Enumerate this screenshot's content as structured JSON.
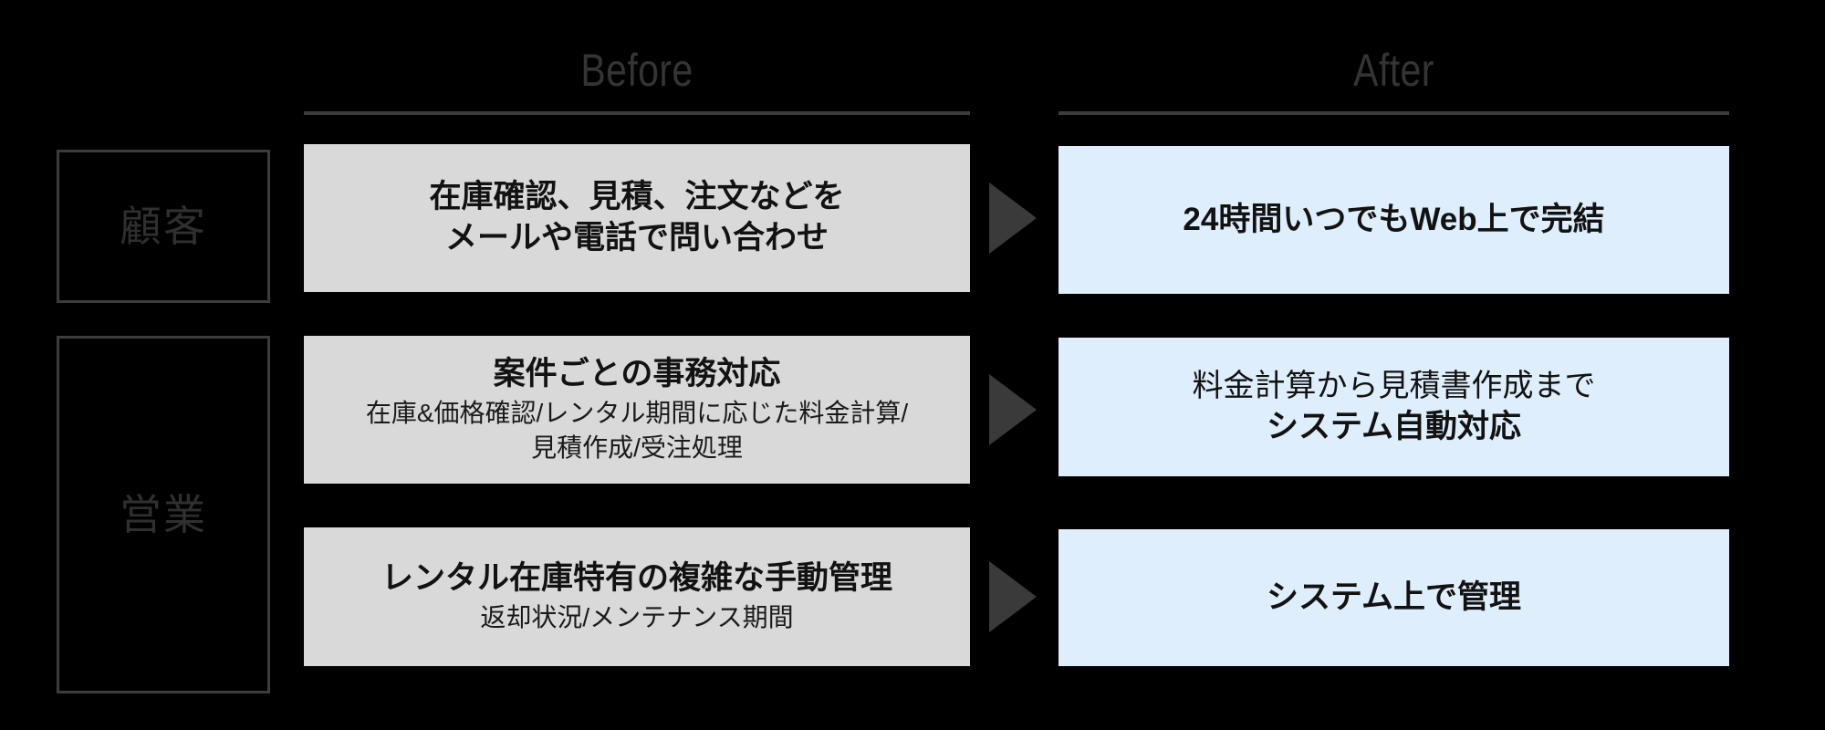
{
  "columns": {
    "before_label": "Before",
    "after_label": "After"
  },
  "roles": [
    {
      "label": "顧客"
    },
    {
      "label": "営業"
    }
  ],
  "arrow_icon": "right-triangle-arrow",
  "colors": {
    "background": "#000000",
    "before_card_bg": "#d9d9d9",
    "after_card_bg": "#dfeefc",
    "header_text": "#343434",
    "rule": "#3c3c3c",
    "role_border": "#3c3c3c",
    "arrow": "#3a3a3a",
    "body_text": "#121212"
  },
  "rows": [
    {
      "role": "顧客",
      "before": {
        "title_line1": "在庫確認、見積、注文などを",
        "title_line2": "メールや電話で問い合わせ",
        "subtitle_line1": "",
        "subtitle_line2": ""
      },
      "after": {
        "lead": "",
        "title": "24時間いつでもWeb上で完結"
      }
    },
    {
      "role": "営業",
      "before": {
        "title_line1": "案件ごとの事務対応",
        "title_line2": "",
        "subtitle_line1": "在庫&価格確認/レンタル期間に応じた料金計算/",
        "subtitle_line2": "見積作成/受注処理"
      },
      "after": {
        "lead": "料金計算から見積書作成まで",
        "title": "システム自動対応"
      }
    },
    {
      "role": "営業",
      "before": {
        "title_line1": "レンタル在庫特有の複雑な手動管理",
        "title_line2": "",
        "subtitle_line1": "返却状況/メンテナンス期間",
        "subtitle_line2": ""
      },
      "after": {
        "lead": "",
        "title": "システム上で管理"
      }
    }
  ]
}
